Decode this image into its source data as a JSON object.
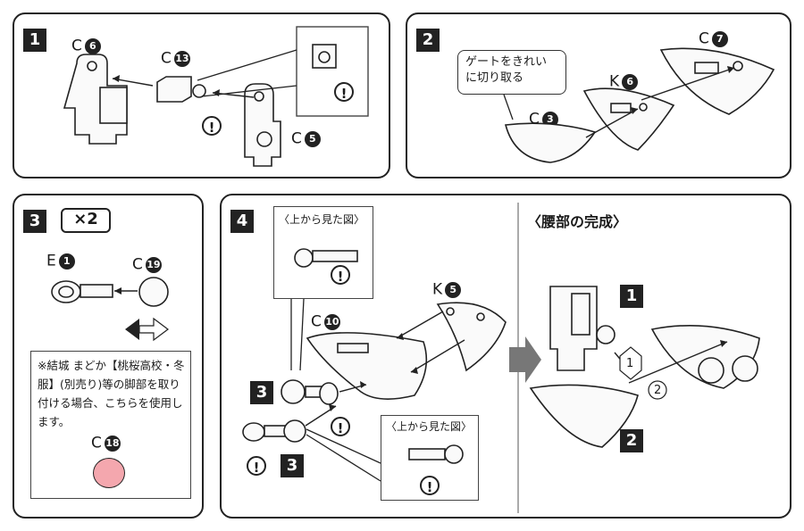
{
  "panels": {
    "p1": {
      "step": "1",
      "parts": [
        {
          "letter": "C",
          "num": "6"
        },
        {
          "letter": "C",
          "num": "13"
        },
        {
          "letter": "C",
          "num": "5"
        }
      ],
      "warn": "!"
    },
    "p2": {
      "step": "2",
      "bubble": "ゲートをきれい に切り取る",
      "parts": [
        {
          "letter": "C",
          "num": "7"
        },
        {
          "letter": "K",
          "num": "6"
        },
        {
          "letter": "C",
          "num": "3"
        }
      ]
    },
    "p3": {
      "step": "3",
      "times": "×2",
      "parts": [
        {
          "letter": "E",
          "num": "1"
        },
        {
          "letter": "C",
          "num": "19"
        },
        {
          "letter": "C",
          "num": "18"
        }
      ],
      "note": "※結城 まどか【桃桜高校・冬服】(別売り)等の脚部を取り付ける場合、こちらを使用します。",
      "colors": {
        "pink": "#f4a7ae"
      }
    },
    "p4": {
      "step": "4",
      "subtitle": "〈上から見た図〉",
      "parts": [
        {
          "letter": "K",
          "num": "5"
        },
        {
          "letter": "C",
          "num": "10"
        }
      ],
      "refs": [
        "3",
        "3"
      ],
      "complete_title": "〈腰部の完成〉",
      "complete_refs": [
        "1",
        "2"
      ],
      "circled": [
        "1",
        "2"
      ]
    }
  }
}
